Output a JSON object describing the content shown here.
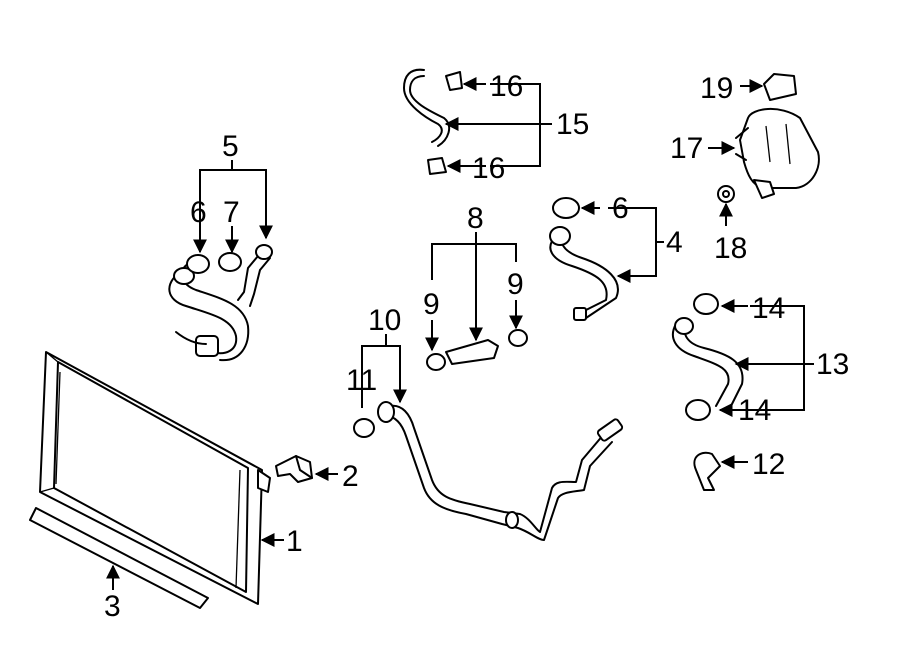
{
  "diagram": {
    "callouts": {
      "c1": "1",
      "c2": "2",
      "c3": "3",
      "c4": "4",
      "c5": "5",
      "c6a": "6",
      "c6b": "6",
      "c7": "7",
      "c8": "8",
      "c9a": "9",
      "c9b": "9",
      "c10": "10",
      "c11": "11",
      "c12": "12",
      "c13": "13",
      "c14a": "14",
      "c14b": "14",
      "c15": "15",
      "c16a": "16",
      "c16b": "16",
      "c17": "17",
      "c18": "18",
      "c19": "19"
    }
  }
}
